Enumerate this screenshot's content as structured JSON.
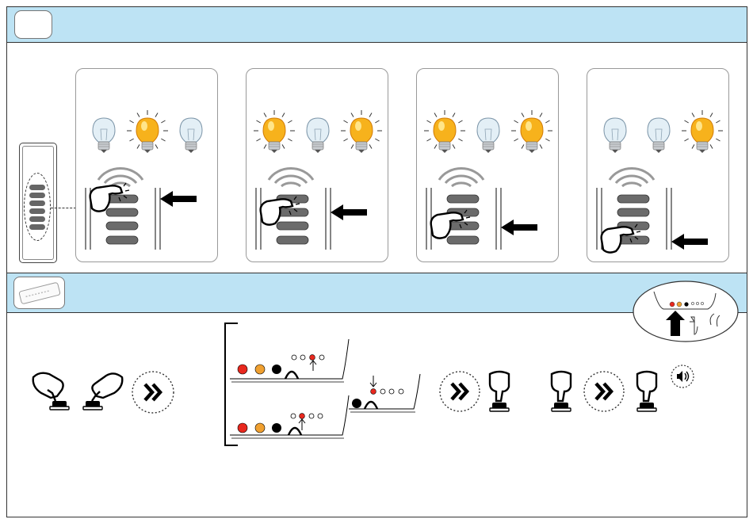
{
  "steps": {
    "count": 4,
    "panels": [
      {
        "bulbs": [
          "off",
          "on",
          "off"
        ],
        "pressed_button": 1
      },
      {
        "bulbs": [
          "on",
          "off",
          "on"
        ],
        "pressed_button": 2
      },
      {
        "bulbs": [
          "on",
          "off",
          "on"
        ],
        "pressed_button": 3
      },
      {
        "bulbs": [
          "off",
          "off",
          "on"
        ],
        "pressed_button": 4
      }
    ]
  },
  "remote": {
    "button_count": 6
  },
  "led_colors": {
    "red": "#e8281e",
    "orange": "#f0a030",
    "black": "#000000",
    "blue_band": "#bde3f4"
  },
  "icons": [
    "step-badge",
    "remote-control-icon",
    "bulb-icon",
    "wifi-icon",
    "hand-press-icon",
    "arrow-left-icon",
    "receiver-device-icon",
    "fast-forward-icon",
    "speaker-icon",
    "arrow-up-icon"
  ]
}
